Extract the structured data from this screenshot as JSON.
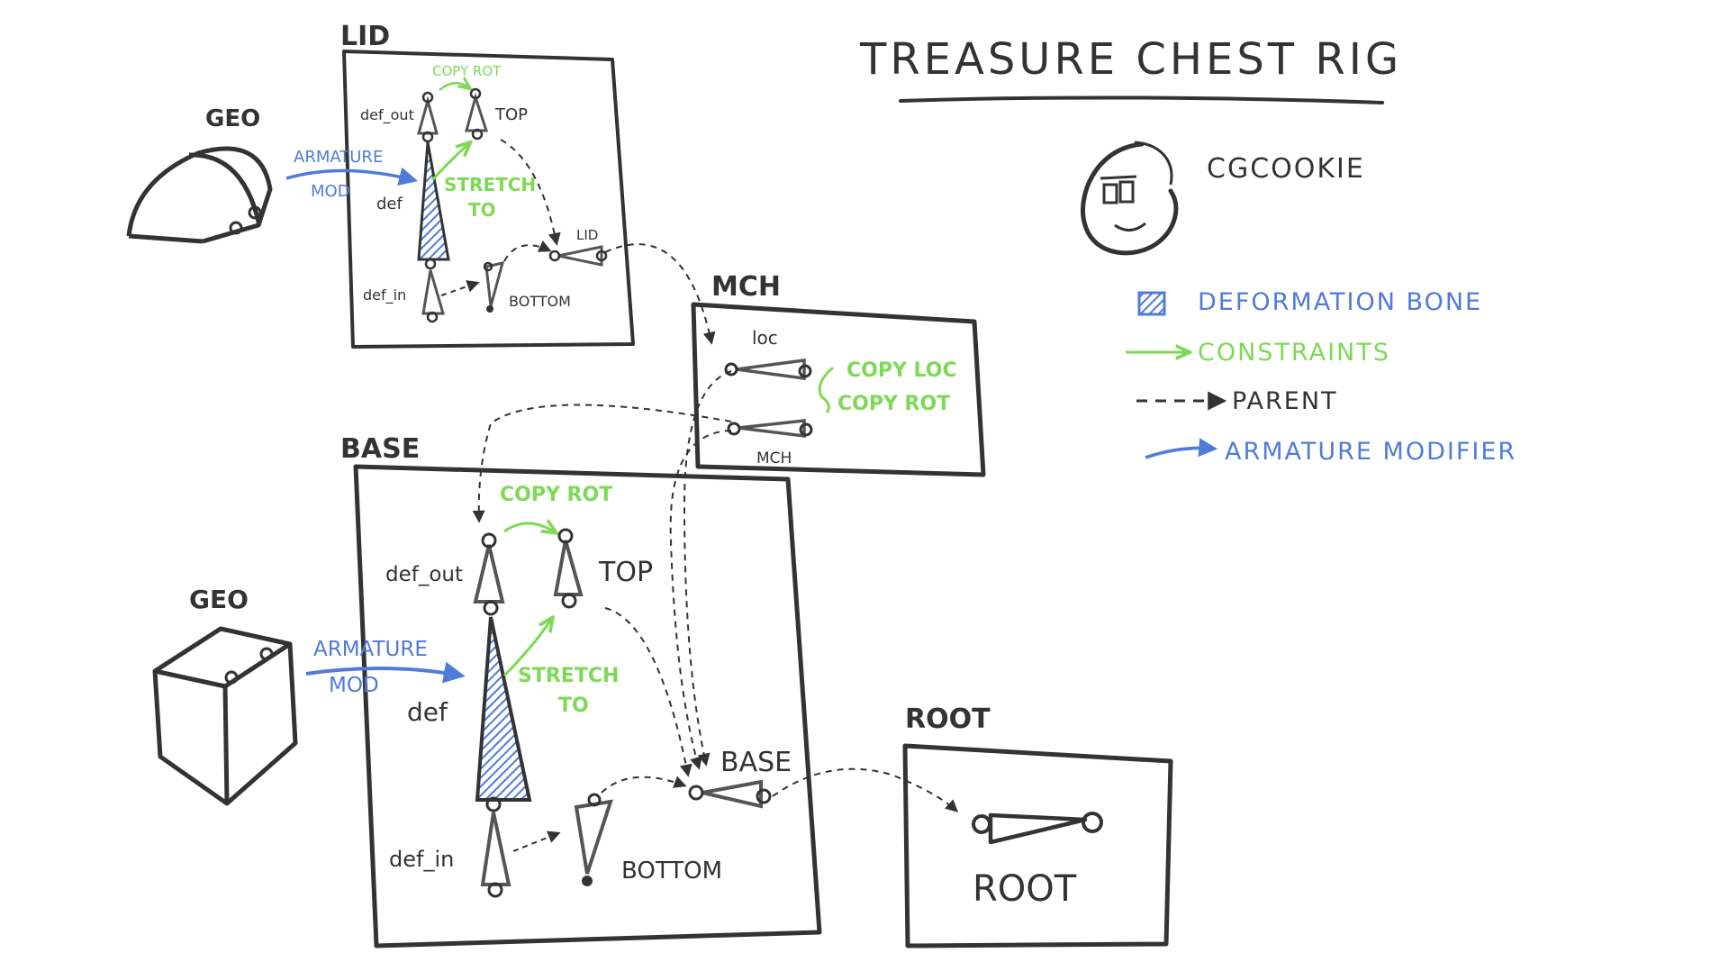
{
  "title": "TREASURE CHEST RIG",
  "brand": "CGCOOKIE",
  "colors": {
    "ink": "#333333",
    "blue": "#4f7bd9",
    "green": "#7ed957"
  },
  "legend": [
    {
      "symbol": "blue-square",
      "label": "DEFORMATION BONE"
    },
    {
      "symbol": "green-arrow",
      "label": "CONSTRAINTS"
    },
    {
      "symbol": "dashed-arrow",
      "label": "PARENT"
    },
    {
      "symbol": "blue-arrow",
      "label": "ARMATURE MODIFIER"
    }
  ],
  "lid": {
    "label": "LID",
    "geo_label": "GEO",
    "armature_line1": "ARMATURE",
    "armature_line2": "MOD",
    "bones": {
      "def_out": "def_out",
      "def": "def",
      "def_in": "def_in",
      "top": "TOP",
      "lid": "LID",
      "bottom": "BOTTOM"
    },
    "copy_rot": "COPY ROT",
    "stretch_line1": "STRETCH",
    "stretch_line2": "TO"
  },
  "mch": {
    "label": "MCH",
    "bones": {
      "loc": "loc",
      "mch": "MCH"
    },
    "copy_loc": "COPY LOC",
    "copy_rot": "COPY ROT"
  },
  "base": {
    "label": "BASE",
    "geo_label": "GEO",
    "armature_line1": "ARMATURE",
    "armature_line2": "MOD",
    "bones": {
      "def_out": "def_out",
      "def": "def",
      "def_in": "def_in",
      "top": "TOP",
      "base": "BASE",
      "bottom": "BOTTOM"
    },
    "copy_rot": "COPY ROT",
    "stretch_line1": "STRETCH",
    "stretch_line2": "TO"
  },
  "root": {
    "label": "ROOT",
    "bone": "ROOT"
  }
}
